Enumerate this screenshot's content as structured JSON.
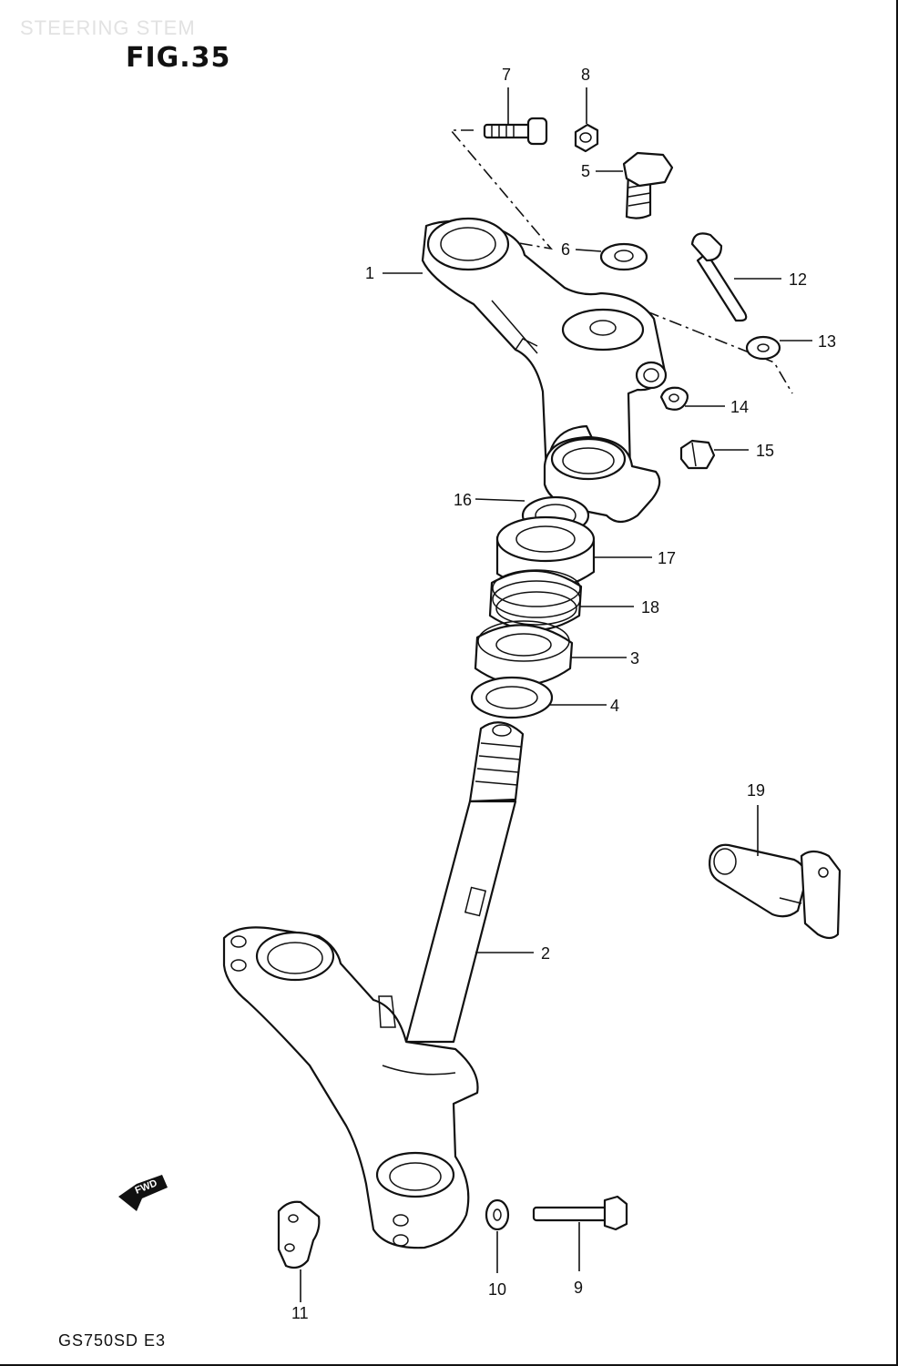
{
  "header": {
    "watermark": "STEERING STEM",
    "figure_label": "FIG.35"
  },
  "footer": {
    "model_code": "GS750SD E3"
  },
  "fwd_label": "FWD",
  "callouts": [
    "1",
    "2",
    "3",
    "4",
    "5",
    "6",
    "7",
    "8",
    "9",
    "10",
    "11",
    "12",
    "13",
    "14",
    "15",
    "16",
    "17",
    "18",
    "19"
  ]
}
